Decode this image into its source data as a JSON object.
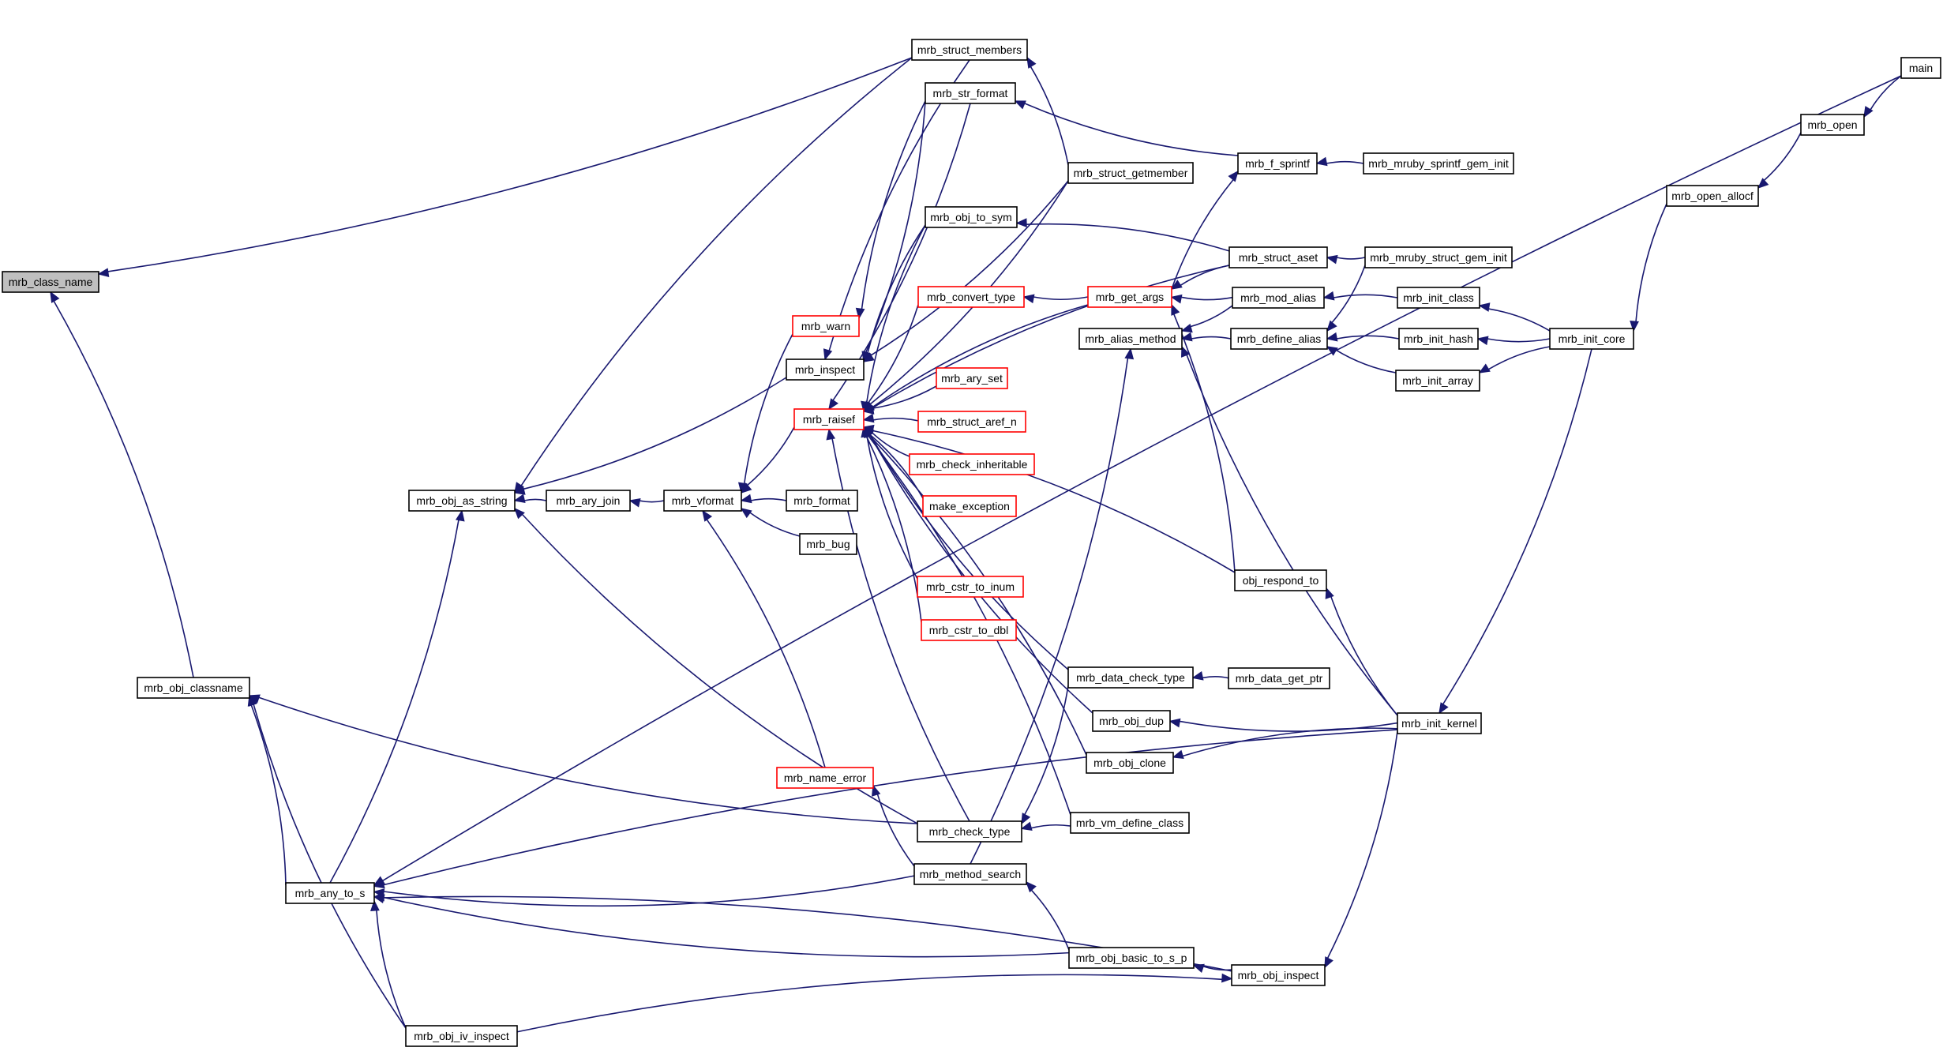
{
  "colors": {
    "edge": "#191970",
    "node_border": "#000000",
    "node_fill": "#ffffff",
    "root_fill": "#bfbfbf",
    "truncated_border": "#ff0000"
  },
  "graph": {
    "title": "",
    "root": "mrb_class_name",
    "nodes": [
      {
        "id": "mrb_class_name",
        "label": "mrb_class_name",
        "style": "root",
        "interactable": false
      },
      {
        "id": "mrb_obj_classname",
        "label": "mrb_obj_classname",
        "style": "normal",
        "interactable": true
      },
      {
        "id": "mrb_any_to_s",
        "label": "mrb_any_to_s",
        "style": "normal",
        "interactable": true
      },
      {
        "id": "mrb_obj_as_string",
        "label": "mrb_obj_as_string",
        "style": "normal",
        "interactable": true
      },
      {
        "id": "mrb_obj_iv_inspect",
        "label": "mrb_obj_iv_inspect",
        "style": "normal",
        "interactable": true
      },
      {
        "id": "mrb_ary_join",
        "label": "mrb_ary_join",
        "style": "normal",
        "interactable": true
      },
      {
        "id": "mrb_vformat",
        "label": "mrb_vformat",
        "style": "normal",
        "interactable": true
      },
      {
        "id": "mrb_format",
        "label": "mrb_format",
        "style": "normal",
        "interactable": true
      },
      {
        "id": "mrb_bug",
        "label": "mrb_bug",
        "style": "normal",
        "interactable": true
      },
      {
        "id": "mrb_warn",
        "label": "mrb_warn",
        "style": "truncated",
        "interactable": true
      },
      {
        "id": "mrb_inspect",
        "label": "mrb_inspect",
        "style": "normal",
        "interactable": true
      },
      {
        "id": "mrb_raisef",
        "label": "mrb_raisef",
        "style": "truncated",
        "interactable": true
      },
      {
        "id": "mrb_name_error",
        "label": "mrb_name_error",
        "style": "truncated",
        "interactable": true
      },
      {
        "id": "mrb_struct_members",
        "label": "mrb_struct_members",
        "style": "normal",
        "interactable": true
      },
      {
        "id": "mrb_str_format",
        "label": "mrb_str_format",
        "style": "normal",
        "interactable": true
      },
      {
        "id": "mrb_obj_to_sym",
        "label": "mrb_obj_to_sym",
        "style": "normal",
        "interactable": true
      },
      {
        "id": "mrb_convert_type",
        "label": "mrb_convert_type",
        "style": "truncated",
        "interactable": true
      },
      {
        "id": "mrb_ary_set",
        "label": "mrb_ary_set",
        "style": "truncated",
        "interactable": true
      },
      {
        "id": "mrb_struct_aref_n",
        "label": "mrb_struct_aref_n",
        "style": "truncated",
        "interactable": true
      },
      {
        "id": "mrb_check_inheritable",
        "label": "mrb_check_inheritable",
        "style": "truncated",
        "interactable": true
      },
      {
        "id": "make_exception",
        "label": "make_exception",
        "style": "truncated",
        "interactable": true
      },
      {
        "id": "mrb_cstr_to_inum",
        "label": "mrb_cstr_to_inum",
        "style": "truncated",
        "interactable": true
      },
      {
        "id": "mrb_cstr_to_dbl",
        "label": "mrb_cstr_to_dbl",
        "style": "truncated",
        "interactable": true
      },
      {
        "id": "mrb_check_type",
        "label": "mrb_check_type",
        "style": "normal",
        "interactable": true
      },
      {
        "id": "mrb_method_search",
        "label": "mrb_method_search",
        "style": "normal",
        "interactable": true
      },
      {
        "id": "mrb_struct_getmember",
        "label": "mrb_struct_getmember",
        "style": "normal",
        "interactable": true
      },
      {
        "id": "mrb_get_args",
        "label": "mrb_get_args",
        "style": "truncated",
        "interactable": true
      },
      {
        "id": "mrb_alias_method",
        "label": "mrb_alias_method",
        "style": "normal",
        "interactable": true
      },
      {
        "id": "mrb_data_check_type",
        "label": "mrb_data_check_type",
        "style": "normal",
        "interactable": true
      },
      {
        "id": "mrb_obj_dup",
        "label": "mrb_obj_dup",
        "style": "normal",
        "interactable": true
      },
      {
        "id": "mrb_obj_clone",
        "label": "mrb_obj_clone",
        "style": "normal",
        "interactable": true
      },
      {
        "id": "mrb_vm_define_class",
        "label": "mrb_vm_define_class",
        "style": "normal",
        "interactable": true
      },
      {
        "id": "mrb_obj_basic_to_s_p",
        "label": "mrb_obj_basic_to_s_p",
        "style": "normal",
        "interactable": true
      },
      {
        "id": "mrb_f_sprintf",
        "label": "mrb_f_sprintf",
        "style": "normal",
        "interactable": true
      },
      {
        "id": "mrb_struct_aset",
        "label": "mrb_struct_aset",
        "style": "normal",
        "interactable": true
      },
      {
        "id": "mrb_mod_alias",
        "label": "mrb_mod_alias",
        "style": "normal",
        "interactable": true
      },
      {
        "id": "mrb_define_alias",
        "label": "mrb_define_alias",
        "style": "normal",
        "interactable": true
      },
      {
        "id": "obj_respond_to",
        "label": "obj_respond_to",
        "style": "normal",
        "interactable": true
      },
      {
        "id": "mrb_data_get_ptr",
        "label": "mrb_data_get_ptr",
        "style": "normal",
        "interactable": true
      },
      {
        "id": "mrb_obj_inspect",
        "label": "mrb_obj_inspect",
        "style": "normal",
        "interactable": true
      },
      {
        "id": "mrb_mruby_sprintf_gem_init",
        "label": "mrb_mruby_sprintf_gem_init",
        "style": "normal",
        "interactable": true
      },
      {
        "id": "mrb_mruby_struct_gem_init",
        "label": "mrb_mruby_struct_gem_init",
        "style": "normal",
        "interactable": true
      },
      {
        "id": "mrb_init_class",
        "label": "mrb_init_class",
        "style": "normal",
        "interactable": true
      },
      {
        "id": "mrb_init_hash",
        "label": "mrb_init_hash",
        "style": "normal",
        "interactable": true
      },
      {
        "id": "mrb_init_array",
        "label": "mrb_init_array",
        "style": "normal",
        "interactable": true
      },
      {
        "id": "mrb_init_kernel",
        "label": "mrb_init_kernel",
        "style": "normal",
        "interactable": true
      },
      {
        "id": "mrb_init_core",
        "label": "mrb_init_core",
        "style": "normal",
        "interactable": true
      },
      {
        "id": "mrb_open_allocf",
        "label": "mrb_open_allocf",
        "style": "normal",
        "interactable": true
      },
      {
        "id": "mrb_open",
        "label": "mrb_open",
        "style": "normal",
        "interactable": true
      },
      {
        "id": "main",
        "label": "main",
        "style": "normal",
        "interactable": true
      }
    ],
    "edges": [
      {
        "from": "mrb_struct_members",
        "to": "mrb_class_name"
      },
      {
        "from": "mrb_obj_classname",
        "to": "mrb_class_name"
      },
      {
        "from": "mrb_check_type",
        "to": "mrb_obj_classname"
      },
      {
        "from": "mrb_any_to_s",
        "to": "mrb_obj_classname"
      },
      {
        "from": "mrb_obj_iv_inspect",
        "to": "mrb_obj_classname"
      },
      {
        "from": "main",
        "to": "mrb_any_to_s"
      },
      {
        "from": "mrb_method_search",
        "to": "mrb_any_to_s"
      },
      {
        "from": "mrb_init_kernel",
        "to": "mrb_any_to_s"
      },
      {
        "from": "mrb_obj_basic_to_s_p",
        "to": "mrb_any_to_s"
      },
      {
        "from": "mrb_obj_inspect",
        "to": "mrb_any_to_s"
      },
      {
        "from": "mrb_obj_iv_inspect",
        "to": "mrb_any_to_s"
      },
      {
        "from": "mrb_struct_members",
        "to": "mrb_obj_as_string"
      },
      {
        "from": "mrb_inspect",
        "to": "mrb_obj_as_string"
      },
      {
        "from": "mrb_ary_join",
        "to": "mrb_obj_as_string"
      },
      {
        "from": "mrb_check_type",
        "to": "mrb_obj_as_string"
      },
      {
        "from": "mrb_any_to_s",
        "to": "mrb_obj_as_string"
      },
      {
        "from": "mrb_vformat",
        "to": "mrb_ary_join"
      },
      {
        "from": "mrb_format",
        "to": "mrb_vformat"
      },
      {
        "from": "mrb_bug",
        "to": "mrb_vformat"
      },
      {
        "from": "mrb_warn",
        "to": "mrb_vformat"
      },
      {
        "from": "mrb_raisef",
        "to": "mrb_vformat"
      },
      {
        "from": "mrb_name_error",
        "to": "mrb_vformat"
      },
      {
        "from": "mrb_obj_iv_inspect",
        "to": "mrb_obj_inspect"
      },
      {
        "from": "mrb_struct_members",
        "to": "mrb_inspect"
      },
      {
        "from": "mrb_str_format",
        "to": "mrb_inspect"
      },
      {
        "from": "mrb_obj_to_sym",
        "to": "mrb_inspect"
      },
      {
        "from": "mrb_struct_getmember",
        "to": "mrb_inspect"
      },
      {
        "from": "mrb_str_format",
        "to": "mrb_warn"
      },
      {
        "from": "mrb_str_format",
        "to": "mrb_raisef"
      },
      {
        "from": "mrb_obj_to_sym",
        "to": "mrb_raisef"
      },
      {
        "from": "mrb_struct_getmember",
        "to": "mrb_raisef"
      },
      {
        "from": "mrb_struct_aset",
        "to": "mrb_raisef"
      },
      {
        "from": "mrb_convert_type",
        "to": "mrb_raisef"
      },
      {
        "from": "mrb_get_args",
        "to": "mrb_raisef"
      },
      {
        "from": "mrb_ary_set",
        "to": "mrb_raisef"
      },
      {
        "from": "mrb_struct_aref_n",
        "to": "mrb_raisef"
      },
      {
        "from": "mrb_check_inheritable",
        "to": "mrb_raisef"
      },
      {
        "from": "make_exception",
        "to": "mrb_raisef"
      },
      {
        "from": "mrb_cstr_to_inum",
        "to": "mrb_raisef"
      },
      {
        "from": "mrb_cstr_to_dbl",
        "to": "mrb_raisef"
      },
      {
        "from": "mrb_data_check_type",
        "to": "mrb_raisef"
      },
      {
        "from": "obj_respond_to",
        "to": "mrb_raisef"
      },
      {
        "from": "mrb_obj_dup",
        "to": "mrb_raisef"
      },
      {
        "from": "mrb_obj_clone",
        "to": "mrb_raisef"
      },
      {
        "from": "mrb_check_type",
        "to": "mrb_raisef"
      },
      {
        "from": "mrb_vm_define_class",
        "to": "mrb_raisef"
      },
      {
        "from": "mrb_method_search",
        "to": "mrb_name_error"
      },
      {
        "from": "mrb_struct_getmember",
        "to": "mrb_struct_members"
      },
      {
        "from": "mrb_f_sprintf",
        "to": "mrb_str_format"
      },
      {
        "from": "mrb_mruby_sprintf_gem_init",
        "to": "mrb_f_sprintf"
      },
      {
        "from": "mrb_get_args",
        "to": "mrb_f_sprintf"
      },
      {
        "from": "mrb_struct_aset",
        "to": "mrb_obj_to_sym"
      },
      {
        "from": "mrb_get_args",
        "to": "mrb_convert_type"
      },
      {
        "from": "mrb_struct_aset",
        "to": "mrb_get_args"
      },
      {
        "from": "mrb_mod_alias",
        "to": "mrb_get_args"
      },
      {
        "from": "obj_respond_to",
        "to": "mrb_get_args"
      },
      {
        "from": "mrb_mruby_struct_gem_init",
        "to": "mrb_struct_aset"
      },
      {
        "from": "mrb_init_class",
        "to": "mrb_mod_alias"
      },
      {
        "from": "mrb_mod_alias",
        "to": "mrb_alias_method"
      },
      {
        "from": "mrb_define_alias",
        "to": "mrb_alias_method"
      },
      {
        "from": "mrb_init_kernel",
        "to": "mrb_alias_method"
      },
      {
        "from": "mrb_method_search",
        "to": "mrb_alias_method"
      },
      {
        "from": "mrb_mruby_struct_gem_init",
        "to": "mrb_define_alias"
      },
      {
        "from": "mrb_init_hash",
        "to": "mrb_define_alias"
      },
      {
        "from": "mrb_init_array",
        "to": "mrb_define_alias"
      },
      {
        "from": "mrb_init_core",
        "to": "mrb_init_class"
      },
      {
        "from": "mrb_init_core",
        "to": "mrb_init_hash"
      },
      {
        "from": "mrb_init_core",
        "to": "mrb_init_array"
      },
      {
        "from": "mrb_init_core",
        "to": "mrb_init_kernel"
      },
      {
        "from": "mrb_open_allocf",
        "to": "mrb_init_core"
      },
      {
        "from": "mrb_open",
        "to": "mrb_open_allocf"
      },
      {
        "from": "main",
        "to": "mrb_open"
      },
      {
        "from": "mrb_init_kernel",
        "to": "obj_respond_to"
      },
      {
        "from": "mrb_data_get_ptr",
        "to": "mrb_data_check_type"
      },
      {
        "from": "mrb_init_kernel",
        "to": "mrb_obj_dup"
      },
      {
        "from": "mrb_init_kernel",
        "to": "mrb_obj_clone"
      },
      {
        "from": "mrb_data_check_type",
        "to": "mrb_check_type"
      },
      {
        "from": "mrb_vm_define_class",
        "to": "mrb_check_type"
      },
      {
        "from": "mrb_obj_inspect",
        "to": "mrb_obj_basic_to_s_p"
      },
      {
        "from": "mrb_obj_basic_to_s_p",
        "to": "mrb_method_search"
      },
      {
        "from": "mrb_init_kernel",
        "to": "mrb_obj_inspect"
      }
    ]
  }
}
